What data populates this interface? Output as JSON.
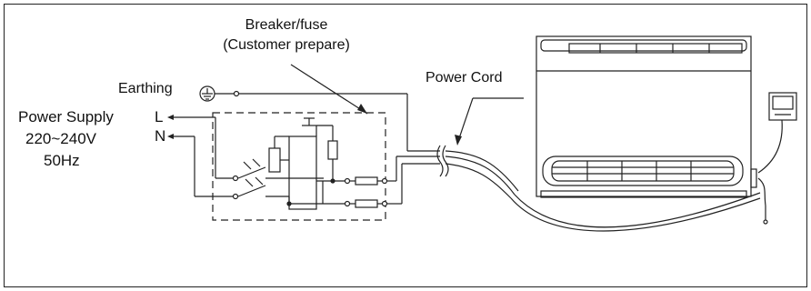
{
  "labels": {
    "breaker_line1": "Breaker/fuse",
    "breaker_line2": "(Customer prepare)",
    "earthing": "Earthing",
    "power_cord": "Power Cord",
    "power_supply": "Power Supply",
    "voltage": "220~240V",
    "frequency": "50Hz",
    "terminal_l": "L",
    "terminal_n": "N"
  }
}
